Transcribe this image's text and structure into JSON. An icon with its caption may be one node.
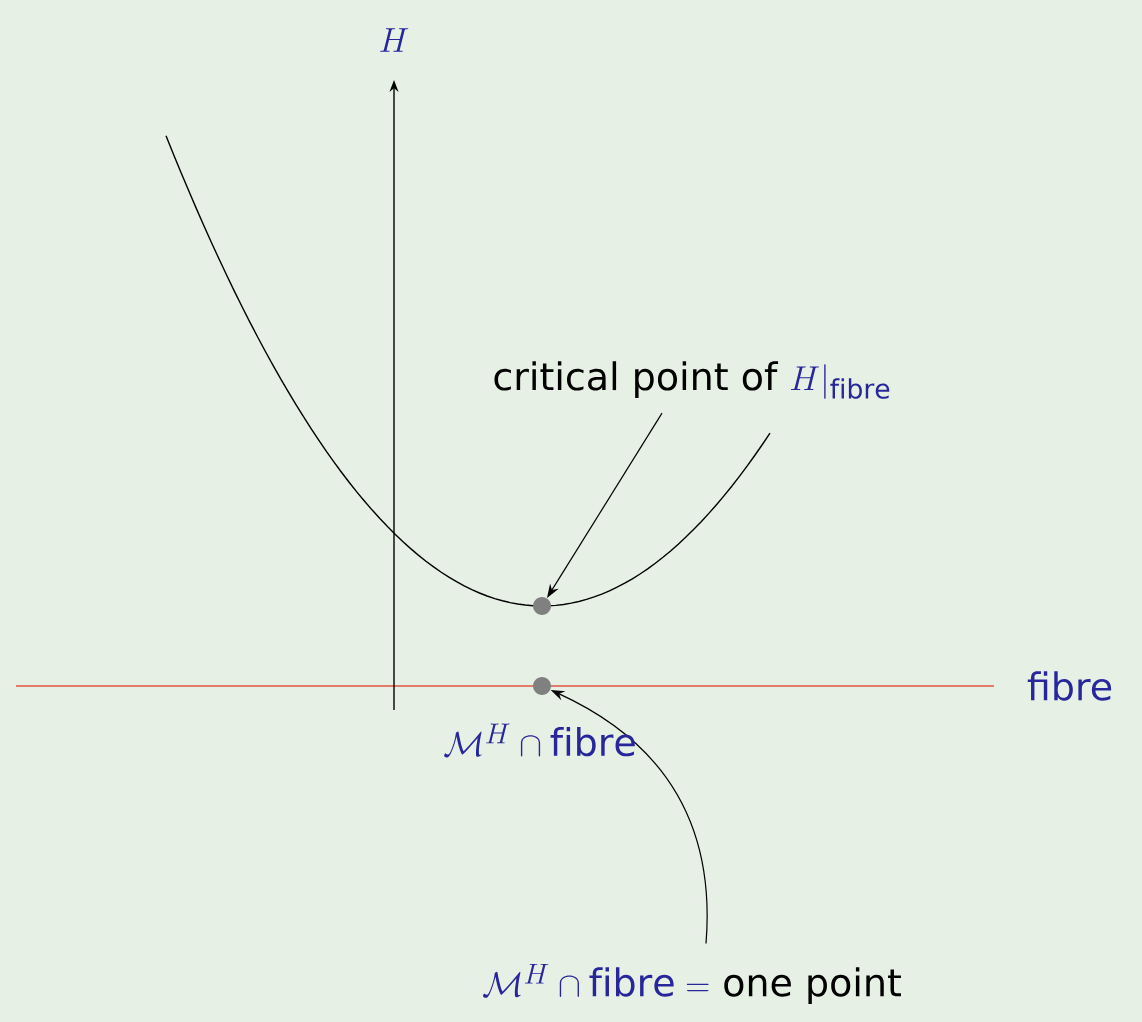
{
  "diagram": {
    "nodes": [
      {
        "text": [
          "critical point of",
          "H|_{\\mathrm{fibre}}"
        ]
      },
      {
        "text": [],
        "shape": "circle"
      },
      {
        "text": [
          "\\mathcal{M}^H \\cap \\mathrm{fibre} =",
          "one point"
        ]
      },
      {
        "text": [],
        "shape": "circle"
      }
    ],
    "edges": [
      {
        "from": 0,
        "to": 1,
        "arrow": "to"
      },
      {
        "from": 2,
        "to": 3,
        "arrow": "to"
      }
    ],
    "labels": [
      "H",
      "fibre",
      "\\mathcal{M}^H \\cap \\mathrm{fibre}"
    ]
  }
}
